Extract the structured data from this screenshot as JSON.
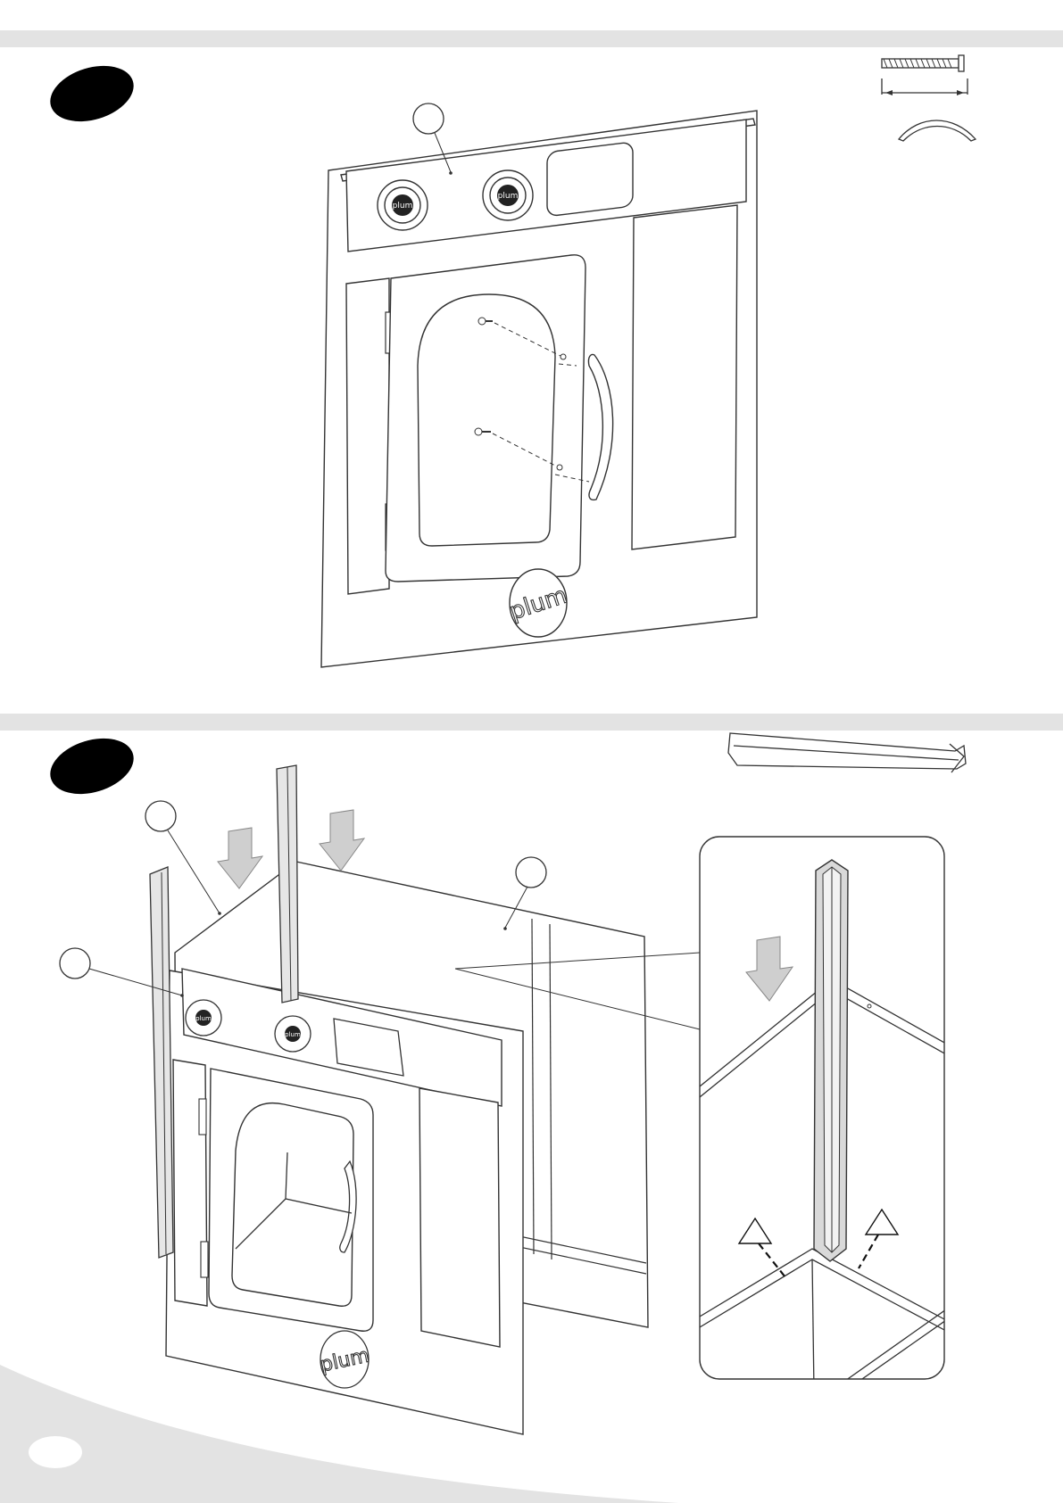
{
  "page": {
    "background": "#ffffff",
    "band_color": "#e3e3e3"
  },
  "brand": {
    "logo_text": "plum",
    "knob_logo_text": "plum"
  },
  "step1": {
    "badge_icon": "step-number-badge",
    "hardware_icons": [
      "screw-icon",
      "door-handle-icon"
    ]
  },
  "step2": {
    "badge_icon": "step-number-badge",
    "hardware_icons": [
      "corner-post-icon"
    ],
    "detail_icons": [
      "down-arrow-icon",
      "warning-triangle-icon"
    ]
  }
}
